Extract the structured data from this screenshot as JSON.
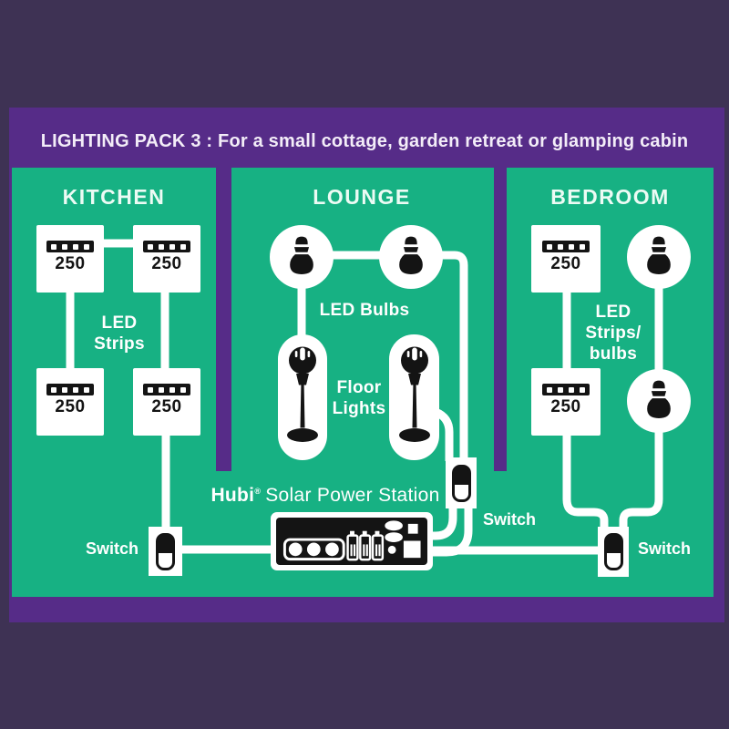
{
  "title": "LIGHTING PACK 3 : For a small cottage, garden retreat or glamping cabin",
  "kitchen": {
    "title": "KITCHEN",
    "led_label": "LED\nStrips",
    "strips": [
      "250",
      "250",
      "250",
      "250"
    ],
    "switch_label": "Switch"
  },
  "lounge": {
    "title": "LOUNGE",
    "bulbs_label": "LED Bulbs",
    "floor_label": "Floor\nLights",
    "switch_label": "Switch"
  },
  "bedroom": {
    "title": "BEDROOM",
    "led_label": "LED\nStrips/\nbulbs",
    "strips": [
      "250",
      "250"
    ],
    "switch_label": "Switch"
  },
  "station": {
    "brand": "Hubi",
    "registered_mark": "®",
    "name": "Solar Power Station"
  },
  "icons": {
    "led_strip": "led-strip-icon",
    "led_bulb": "led-bulb-icon",
    "floor_lamp": "floor-lamp-icon",
    "switch_toggle": "switch-toggle-icon",
    "power_station": "power-station-icon"
  },
  "colors": {
    "outer_purple": "#3e3254",
    "inner_purple": "#562c88",
    "panel_green": "#17b183",
    "device_black": "#141414",
    "wire_white": "#ffffff"
  }
}
